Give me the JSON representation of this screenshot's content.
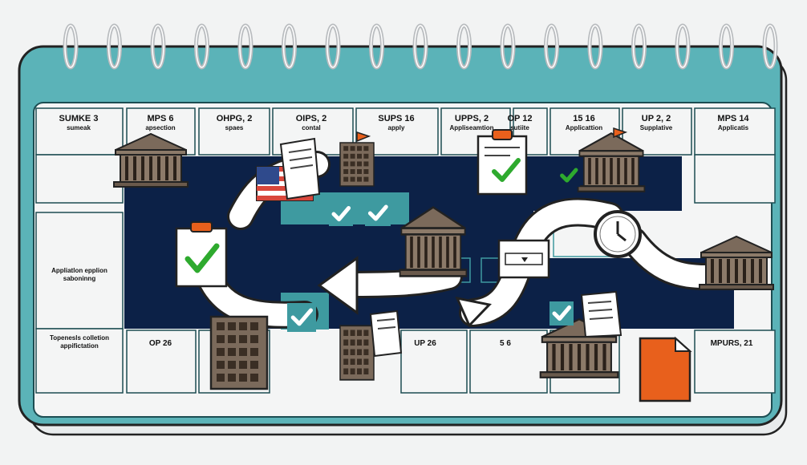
{
  "header_row": [
    {
      "title": "SUMKE 3",
      "sub": "sumeak"
    },
    {
      "title": "MPS 6",
      "sub": "apsection"
    },
    {
      "title": "OHPG, 2",
      "sub": "spaes"
    },
    {
      "title": "OIPS, 2",
      "sub": "contal"
    },
    {
      "title": "SUPS 16",
      "sub": "apply"
    },
    {
      "title": "UPPS, 2",
      "sub": "Appliseamtion"
    },
    {
      "title": "OP 12",
      "sub": "sutiite"
    },
    {
      "title": "15 16",
      "sub": "Applicattion"
    },
    {
      "title": "UP 2, 2",
      "sub": "Supplative"
    },
    {
      "title": "MPS 14",
      "sub": "Applicatis"
    }
  ],
  "side_labels": [
    {
      "line1": "Appliatlon epplion",
      "line2": "saboninng"
    },
    {
      "line1": "Topenesls colletion",
      "line2": "appifictation"
    }
  ],
  "bottom_row": [
    "OP 26",
    "UP 26",
    "5 6",
    "MPURS, 21"
  ],
  "colors": {
    "binder_teal": "#5bb3b8",
    "navy_band": "#0c2147",
    "check_green": "#2eaa2e",
    "accent_orange": "#e8601c",
    "building_brown": "#7b6a5b",
    "page_white": "#f4f5f5"
  },
  "icons": [
    "ring-binding",
    "government-building-icon",
    "us-flag-icon",
    "checklist-clipboard-icon",
    "clock-icon",
    "document-icon",
    "office-tower-icon",
    "orange-folder-icon",
    "checkmark-icon",
    "arrow-icon"
  ]
}
